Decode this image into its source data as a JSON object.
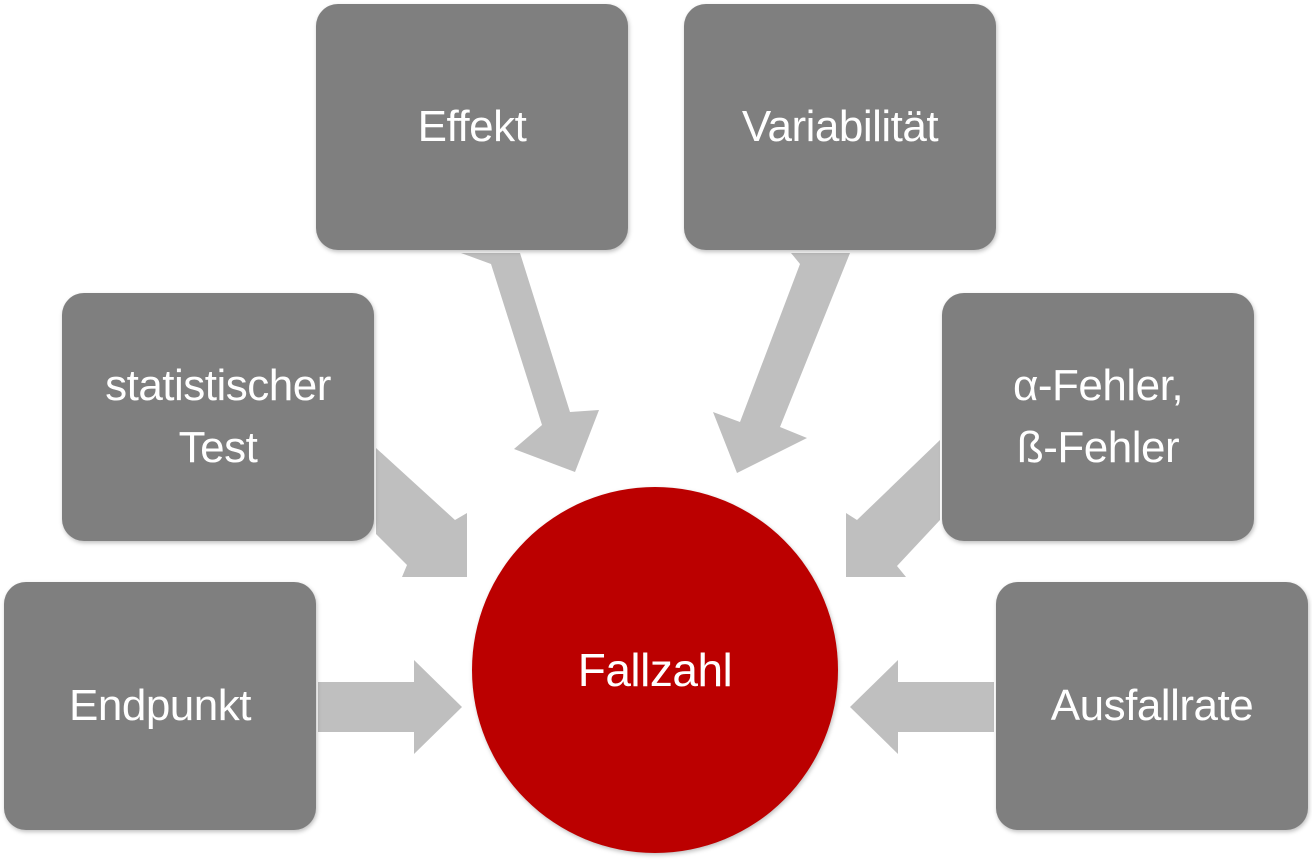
{
  "diagram": {
    "center": {
      "label": "Fallzahl",
      "color": "#bb0000"
    },
    "factors": {
      "effekt": "Effekt",
      "variabilitaet": "Variabilität",
      "test": "statistischer\nTest",
      "fehler": "α-Fehler,\nß-Fehler",
      "endpunkt": "Endpunkt",
      "ausfallrate": "Ausfallrate"
    },
    "box_color": "#7f7f7f",
    "arrow_color": "#bfbfbf",
    "text_color": "#ffffff"
  }
}
